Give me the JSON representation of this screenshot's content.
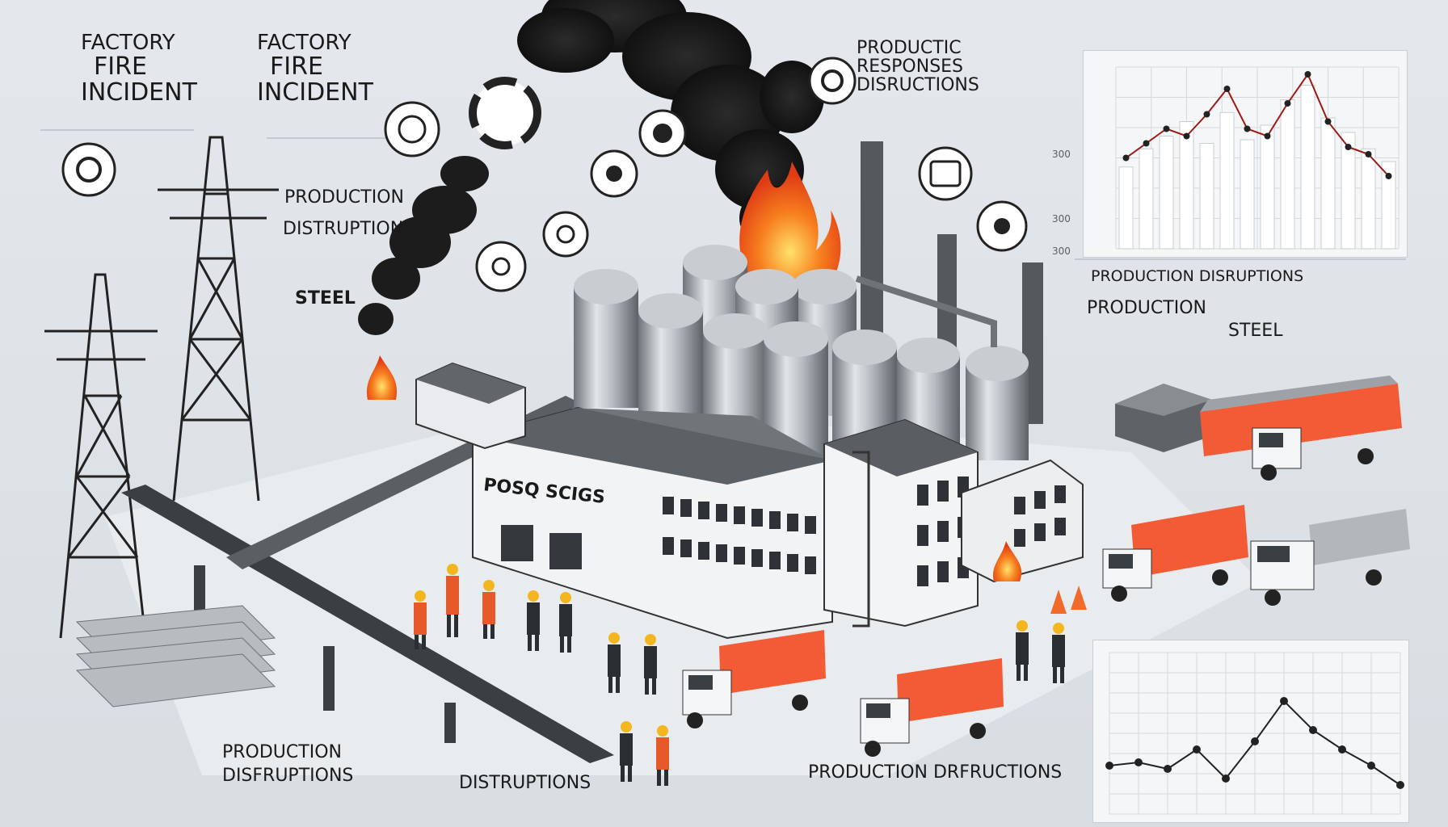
{
  "title_left": {
    "line1": "FACTORY",
    "line2": "FIRE",
    "line3": "INCIDENT"
  },
  "title_right": {
    "line1": "FACTORY",
    "line2": "FIRE",
    "line3": "INCIDENT"
  },
  "label_production_distruption": {
    "line1": "PRODUCTION",
    "line2": "DISTRUPTION"
  },
  "label_steel": "STEEL",
  "label_top_right": {
    "line1": "PRODUCTIC",
    "line2": "RESPONSES",
    "line3": "DISRUCTIONS"
  },
  "building_sign": "POSQ SCIGS",
  "label_production_disruptions_panel": "PRODUCTION DISRUPTIONS",
  "label_production_right": "PRODUCTION",
  "label_steel_right": "STEEL",
  "label_production_bottom_left": {
    "line1": "PRODUCTION",
    "line2": "DISFRUPTIONS"
  },
  "label_distruptions_bottom": "DISTRUPTIONS",
  "label_production_bottom_center": "PRODUCTION DRFRUCTIONS",
  "top_chart_ticks": [
    "300",
    "300",
    "300"
  ],
  "colors": {
    "fire": "#f2641e",
    "truck": "#e8532f",
    "smoke": "#1f1f1f",
    "steel": "#a9aeb4",
    "line": "#9b1b14"
  },
  "chart_data": [
    {
      "type": "bar",
      "title": "",
      "xlabel": "",
      "ylabel": "",
      "yticks": [
        "300",
        "300",
        "300"
      ],
      "ylim": [
        0,
        100
      ],
      "values": [
        45,
        55,
        62,
        70,
        58,
        75,
        60,
        68,
        82,
        90,
        72,
        64,
        55,
        48
      ],
      "line": [
        50,
        58,
        66,
        62,
        74,
        88,
        66,
        62,
        80,
        96,
        70,
        56,
        52,
        40
      ]
    },
    {
      "type": "line",
      "title": "",
      "xlabel": "",
      "ylabel": "",
      "ylim": [
        0,
        100
      ],
      "values": [
        30,
        32,
        28,
        40,
        22,
        45,
        70,
        52,
        40,
        30,
        18
      ]
    }
  ]
}
